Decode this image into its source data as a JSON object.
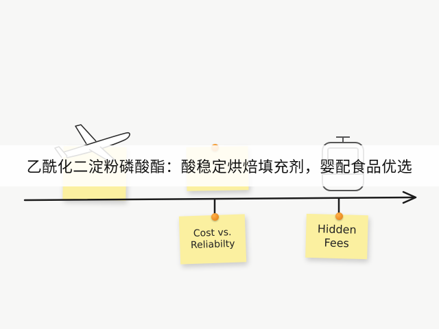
{
  "banner": {
    "text": "乙酰化二淀粉磷酸酯：酸稳定烘焙填充剂，婴配食品优选"
  },
  "notes": {
    "cost": "Cost vs.\nReliabilty",
    "fees": "Hidden\nFees"
  },
  "icons": {
    "left": "airplane-icon",
    "right": "train-icon"
  },
  "colors": {
    "note": "#fbf0a0",
    "pin": "#f39a2c",
    "line": "#1a1a1a"
  }
}
